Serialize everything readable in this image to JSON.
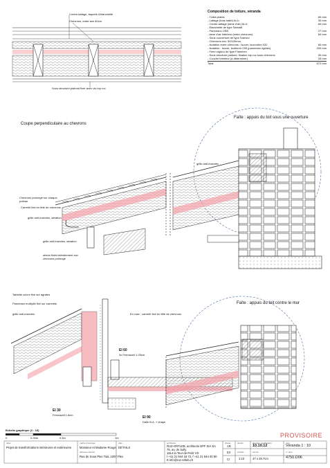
{
  "top_labels": {
    "contre_lattage": "Contre-lattage, taquets d'étanchéité",
    "chevrons": "Chevrons, entre axe 60cm",
    "sous_structure": "Sous structure plafond fixer avec vis top roc"
  },
  "composition": {
    "title": "Composition de toiture, véranda",
    "rows": [
      {
        "label": "- Tuiles plates",
        "value": "60 mm"
      },
      {
        "label": "- Lattage (bois traité) ALU",
        "value": "30 mm"
      },
      {
        "label": "- Contre-lattage (lame d'air) ALU",
        "value": "60 mm"
      },
      {
        "label": "- Etanchéité de type Sarnafil",
        "value": ""
      },
      {
        "label": "- Panneaux OSB",
        "value": "27 mm"
      },
      {
        "label": "- lame d'air intérieur (entre chevrons)",
        "value": "60 mm"
      },
      {
        "label": "- Sous couverture de type Sarnsol",
        "value": ""
      },
      {
        "label": "- Chevrons env. 90/120mm,",
        "value": ""
      },
      {
        "label": "- Isolation entre chevrons : Isover, Isoconfort 032",
        "value": "60 mm"
      },
      {
        "label": "- Isolation : Isover, Isotherm 035 (panneaux rigides)",
        "value": "200 mm"
      },
      {
        "label": "- Frein vapeur de type Flammex",
        "value": ""
      },
      {
        "label": "- Sous structure plafond, fixation top roc sous chevrons",
        "value": "30 mm"
      },
      {
        "label": "- Couche intérieur (à déterminer)",
        "value": "25 mm"
      }
    ],
    "total_label": "Total",
    "total_value": "572 mm"
  },
  "section_titles": {
    "coupe": "Coupe perpendiculaire au chevrons",
    "faite1": "Faîte : appuis du toit sous une ouverture",
    "faite2": "Faîte : appuis du toit contre le mur"
  },
  "mid_labels": {
    "grille1": "grille anti-insectes",
    "chevrons_prolonge": "Chevrons prolongé sur chaque poteau",
    "carrelet": "Carrelet fixé en tête de chevrons",
    "grille2": "grille anti-insectes, aération",
    "grille3": "grille anti-insectes, aération",
    "stores": "stores fixés latéralement aux chevrons prolongé"
  },
  "bottom_labels": {
    "tablette": "Tablette cuivre fixé sur agrafes",
    "panneaux": "Panneaux multiplis fixé sur carrelets",
    "grille": "grille anti-insectes",
    "en_rose": "En rose : carrelet fixé en tête de chevrons",
    "ei60": "EI 60",
    "ei60_desc": "3x Fermacell 1.25cm",
    "ei30": "EI 30",
    "ei30_desc": "Fermacell 1.8cm",
    "ei90": "EI 90",
    "ei90_desc": "Dalle B.A. + chape"
  },
  "scale": {
    "title": "Echelle graphique (1 : 10)",
    "ticks": [
      "0",
      "0.25m",
      "0.5m",
      "1m"
    ]
  },
  "title_block": {
    "h_objet": "objet",
    "h_maitre": "maître d'ouvrage",
    "h_plan": "plan",
    "h_arch": "architecte",
    "h_phase": "phase",
    "h_dessin": "dessin",
    "h_date": "dernière modification",
    "h_nom": "nom",
    "h_adresse": "adresse chantier",
    "h_echelle": "échelle",
    "h_format": "format",
    "h_num": "n° plan",
    "projet": "Projet de transformations intérieures et extérieures",
    "maitre": "Monsieur et Madame Rouge",
    "details": "DETAILS",
    "adresse": "Rue de Sous Plex T&IL 1097 Plex",
    "arch1": "RUZ-ORTLEB, architecte EPF SIA SA",
    "arch2": "75, av. de Sully",
    "arch3": "1814 la Tour-de-Peilz VD",
    "arch4": "t +41 21 944 18 72, f +41 21 944 40 90",
    "arch5": "E info@ruz-ortleb.ch",
    "phase": "AR",
    "ex": "EX",
    "ci": "CI",
    "date": "10.10.12",
    "nom": "Véranda 1 : 10",
    "echelle": "1:10",
    "format": "47 x 29.7cm",
    "numero": "4750.D06",
    "provisoire": "PROVISOIRE"
  },
  "colors": {
    "pink": "#f4a0a6",
    "provisoire": "#d9534f",
    "dash": "#4a6fa5"
  }
}
